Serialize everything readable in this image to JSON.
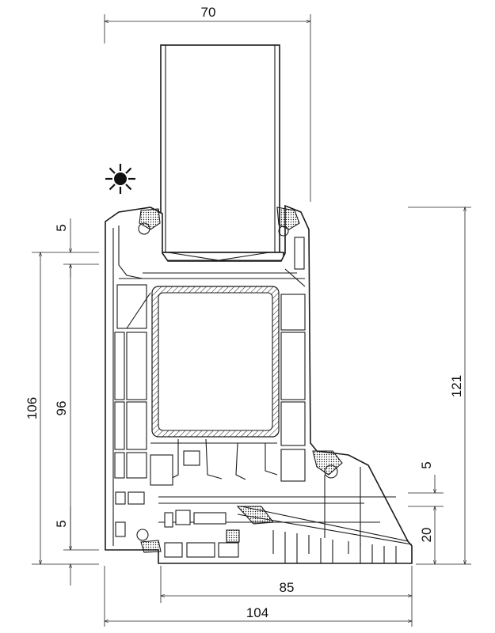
{
  "dimensions": {
    "top_width": "70",
    "left_top_gap": "5",
    "left_overall": "106",
    "left_middle": "96",
    "left_bottom_gap": "5",
    "right_overall": "121",
    "right_small": "5",
    "right_sill": "20",
    "bottom_inner": "85",
    "bottom_overall": "104"
  },
  "symbols": {
    "sun": "sun-icon"
  }
}
